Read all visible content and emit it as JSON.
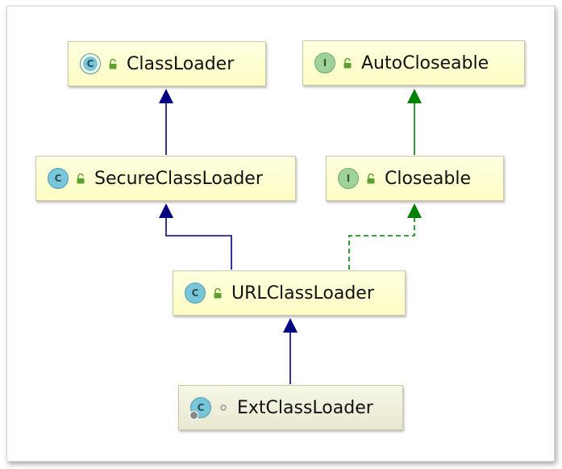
{
  "diagram": {
    "nodes": {
      "classloader": {
        "name": "ClassLoader",
        "kind_letter": "C",
        "kind": "abstract-class",
        "visibility": "public"
      },
      "autocloseable": {
        "name": "AutoCloseable",
        "kind_letter": "I",
        "kind": "interface",
        "visibility": "public"
      },
      "secureclassloader": {
        "name": "SecureClassLoader",
        "kind_letter": "C",
        "kind": "class",
        "visibility": "public"
      },
      "closeable": {
        "name": "Closeable",
        "kind_letter": "I",
        "kind": "interface",
        "visibility": "public"
      },
      "urlclassloader": {
        "name": "URLClassLoader",
        "kind_letter": "C",
        "kind": "class",
        "visibility": "public"
      },
      "extclassloader": {
        "name": "ExtClassLoader",
        "kind_letter": "C",
        "kind": "static-nested-class",
        "visibility": "package-private"
      }
    },
    "edges": [
      {
        "from": "secureclassloader",
        "to": "classloader",
        "type": "extends"
      },
      {
        "from": "closeable",
        "to": "autocloseable",
        "type": "extends"
      },
      {
        "from": "urlclassloader",
        "to": "secureclassloader",
        "type": "extends"
      },
      {
        "from": "urlclassloader",
        "to": "closeable",
        "type": "implements"
      },
      {
        "from": "extclassloader",
        "to": "urlclassloader",
        "type": "extends"
      }
    ],
    "colors": {
      "extends": "#000080",
      "implements": "#008000",
      "node_fill": "#ffffe0",
      "class_icon": "#79c6d9",
      "interface_icon": "#9fd29a",
      "public_lock": "#5aa12e"
    }
  }
}
